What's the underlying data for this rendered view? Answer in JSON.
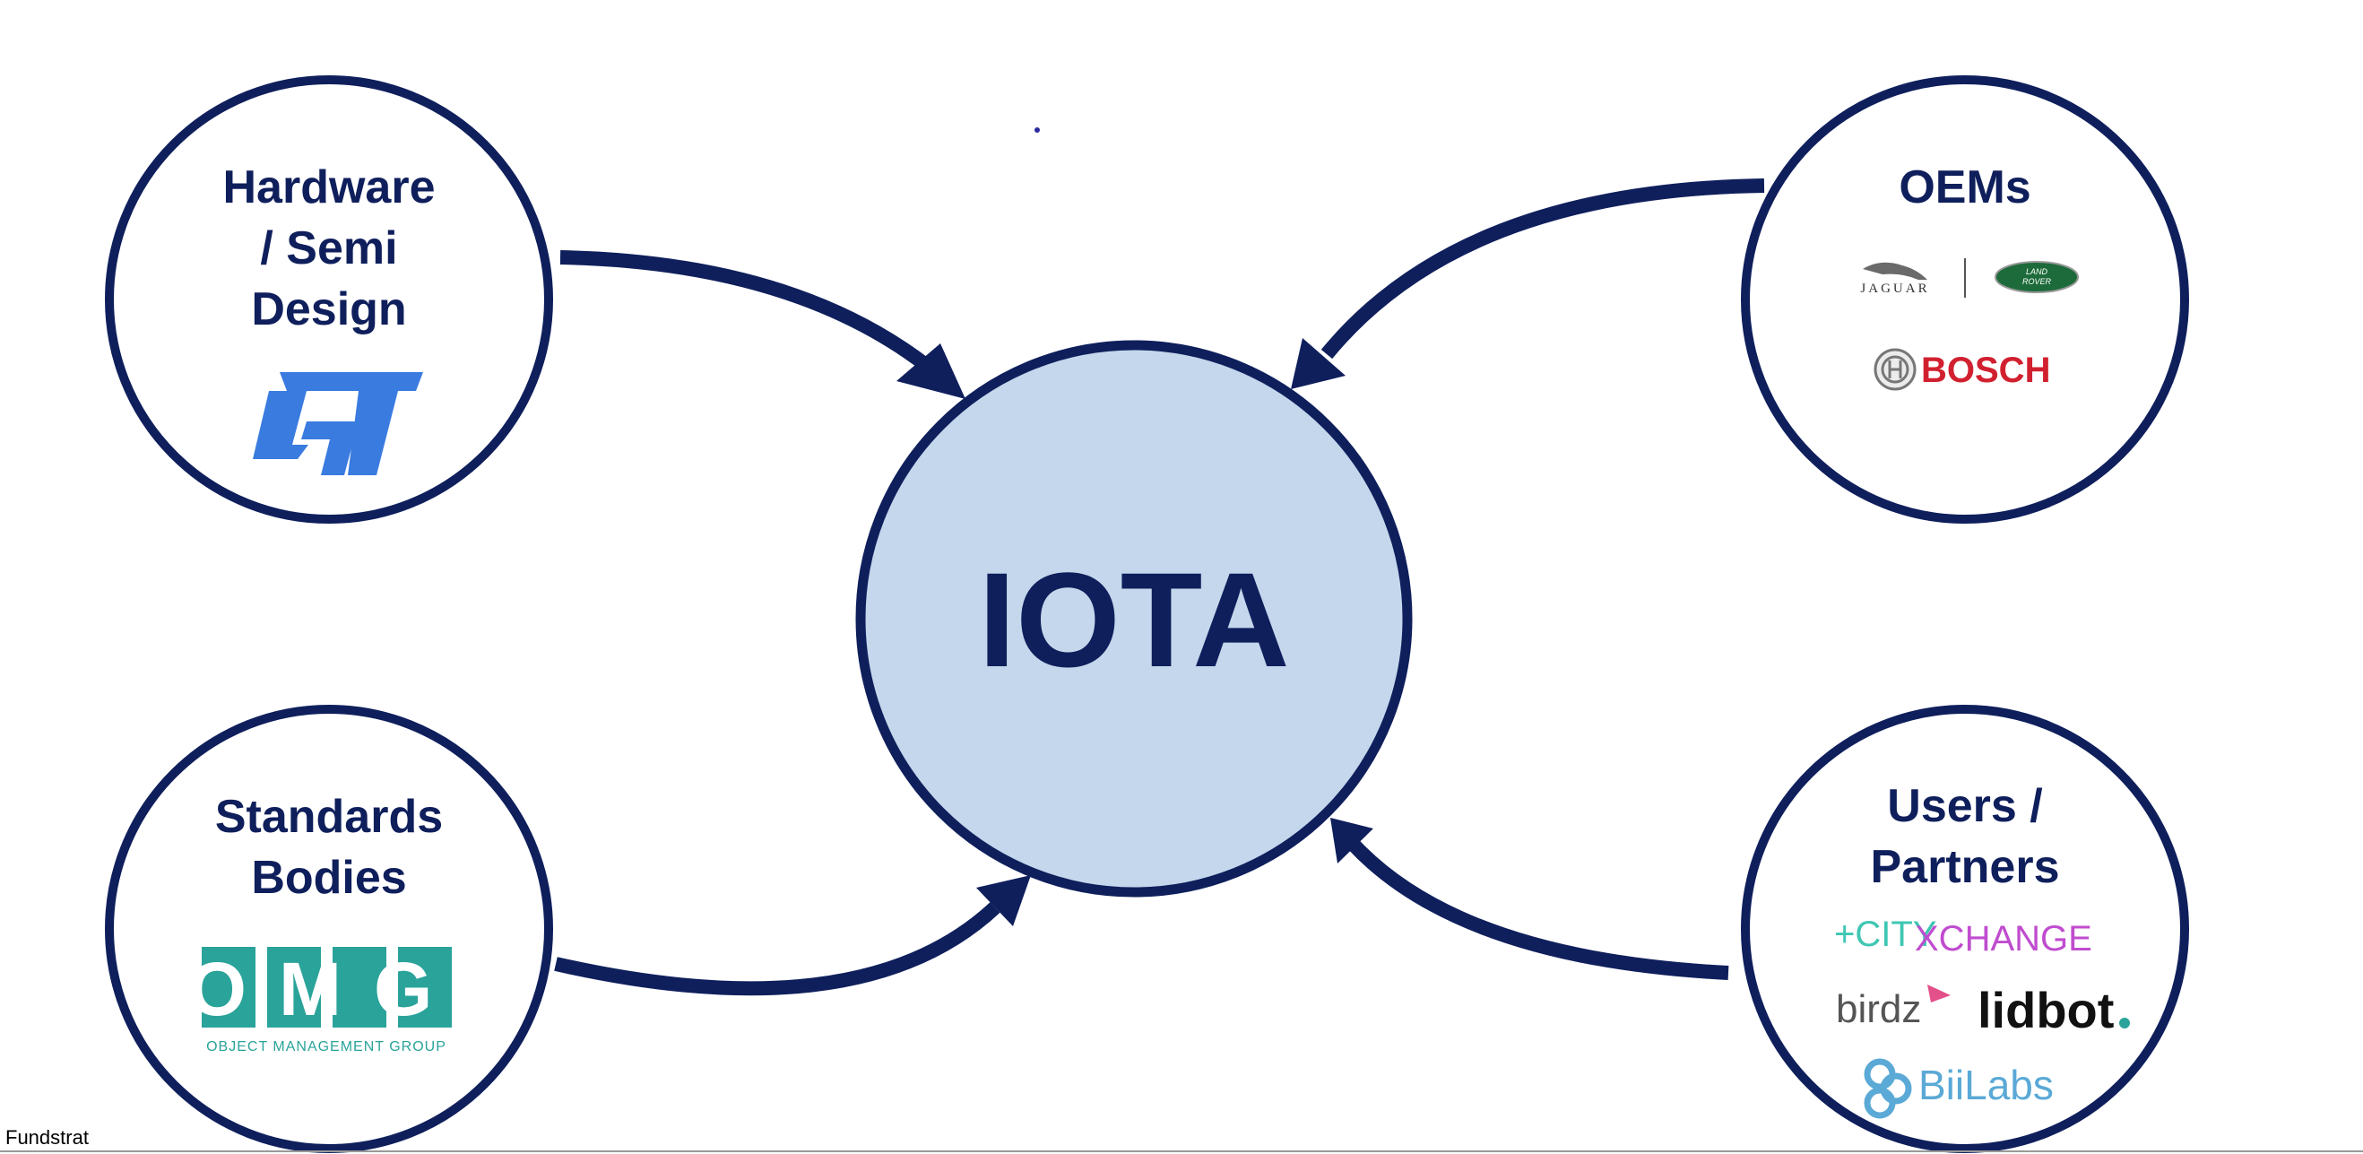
{
  "center": {
    "label": "IOTA"
  },
  "nodes": {
    "hardware": {
      "title_lines": [
        "Hardware",
        "/ Semi",
        "Design"
      ],
      "logo": "st-logo"
    },
    "oems": {
      "title_lines": [
        "OEMs"
      ],
      "logos": {
        "jaguar": "JAGUAR",
        "land_rover_top": "LAND",
        "land_rover_bottom": "ROVER",
        "bosch": "BOSCH"
      }
    },
    "standards": {
      "title_lines": [
        "Standards",
        "Bodies"
      ],
      "logos": {
        "omg": "OMG",
        "omg_sub": "OBJECT MANAGEMENT GROUP"
      }
    },
    "users": {
      "title_lines": [
        "Users /",
        "Partners"
      ],
      "logos": {
        "city_a": "+CITY",
        "city_b": "XCHANGE",
        "birdz": "birdz",
        "lidbot": "lidbot",
        "biilabs": "BiiLabs"
      }
    }
  },
  "footer": "Fundstrat",
  "colors": {
    "navy": "#0f1f5c",
    "center_fill": "#c4d7ec",
    "st_blue": "#3a7be0",
    "bosch_red": "#d1202f",
    "land_rover_green": "#1d6b3a",
    "omg_teal": "#2aa39a",
    "city_teal": "#3ec7b3",
    "city_magenta": "#c04ccf",
    "biilabs_blue": "#5aa9d6"
  }
}
